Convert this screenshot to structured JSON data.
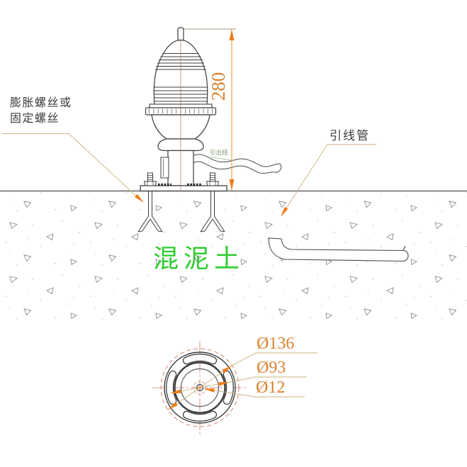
{
  "diagram": {
    "labels": {
      "anchor_screw_line1": "膨胀螺丝或",
      "anchor_screw_line2": "固定螺丝",
      "conduit": "引线管",
      "outlet_wire": "引出线",
      "concrete": "混泥土"
    },
    "dimensions": {
      "height": "280",
      "outer_diameter": "Ø136",
      "bolt_circle_diameter": "Ø93",
      "center_hole_diameter": "Ø12"
    },
    "colors": {
      "line_dark": "#3d3d3d",
      "dimension_orange": "#d9822f",
      "arrow_orange": "#ef7b15",
      "leader_tan": "#cbb27d",
      "centerline_red": "#cf7a68",
      "concrete_text_green": "#30cc30",
      "background": "#ffffff"
    }
  }
}
